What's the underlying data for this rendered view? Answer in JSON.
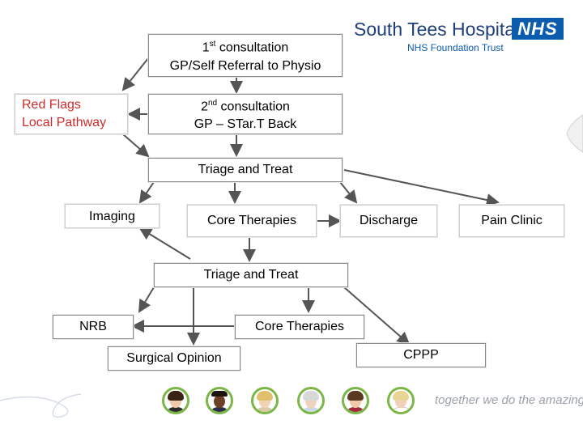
{
  "header": {
    "org_name": "South Tees Hospitals",
    "org_subtitle": "NHS Foundation Trust",
    "nhs_badge": "NHS",
    "brand_color": "#0b5cad"
  },
  "boxes": {
    "first_consultation": {
      "line1_main": "1",
      "line1_sup": "st",
      "line1_rest": " consultation",
      "line2_pre": "GP/",
      "line2_bold": "Self Referral to Physio"
    },
    "red_flags": {
      "line1": "Red Flags",
      "line2": "Local Pathway"
    },
    "second_consultation": {
      "line1_main": "2",
      "line1_sup": "nd",
      "line1_rest": " consultation",
      "line2": "GP – STar.T Back"
    },
    "triage_1": {
      "label": "Triage and Treat"
    },
    "imaging": {
      "label": "Imaging"
    },
    "core_therapies_1": {
      "label": "Core Therapies"
    },
    "discharge": {
      "label": "Discharge"
    },
    "pain_clinic": {
      "label": "Pain Clinic"
    },
    "triage_2": {
      "label": "Triage and Treat"
    },
    "nrb": {
      "label": "NRB"
    },
    "core_therapies_2": {
      "label": "Core Therapies"
    },
    "surgical_opinion": {
      "label": "Surgical Opinion"
    },
    "cppp": {
      "label": "CPPP"
    }
  },
  "footer": {
    "tagline": "together we do the amazing",
    "accent_color": "#7ab648"
  }
}
